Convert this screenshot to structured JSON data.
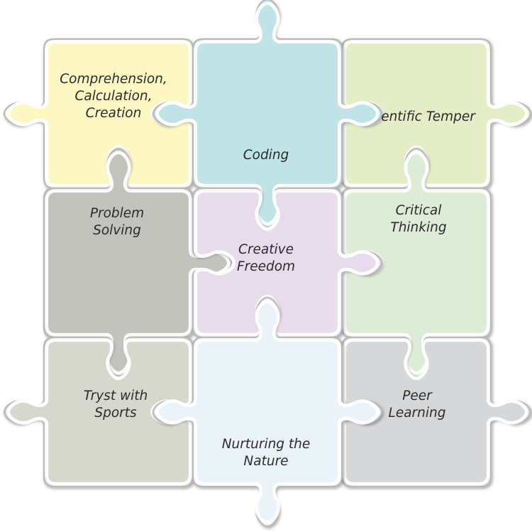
{
  "pieces": [
    {
      "id": "tl",
      "lines": [
        "Comprehension,",
        "Calculation,",
        "Creation"
      ],
      "color": "#fdf7c3"
    },
    {
      "id": "tc",
      "lines": [
        "Coding"
      ],
      "color": "#bfe3e6"
    },
    {
      "id": "tr",
      "lines": [
        "Scientific Temper"
      ],
      "color": "#e4edc5"
    },
    {
      "id": "ml",
      "lines": [
        "Problem",
        "Solving"
      ],
      "color": "#c2c3bc"
    },
    {
      "id": "mc",
      "lines": [
        "Creative",
        "Freedom"
      ],
      "color": "#e7dcec"
    },
    {
      "id": "mr",
      "lines": [
        "Critical",
        "Thinking"
      ],
      "color": "#dcecd6"
    },
    {
      "id": "bl",
      "lines": [
        "Tryst with",
        "Sports"
      ],
      "color": "#d7d8cd"
    },
    {
      "id": "bc",
      "lines": [
        "Nurturing the",
        "Nature"
      ],
      "color": "#eaf4f8"
    },
    {
      "id": "br",
      "lines": [
        "Peer",
        "Learning"
      ],
      "color": "#d6d7d9"
    }
  ]
}
